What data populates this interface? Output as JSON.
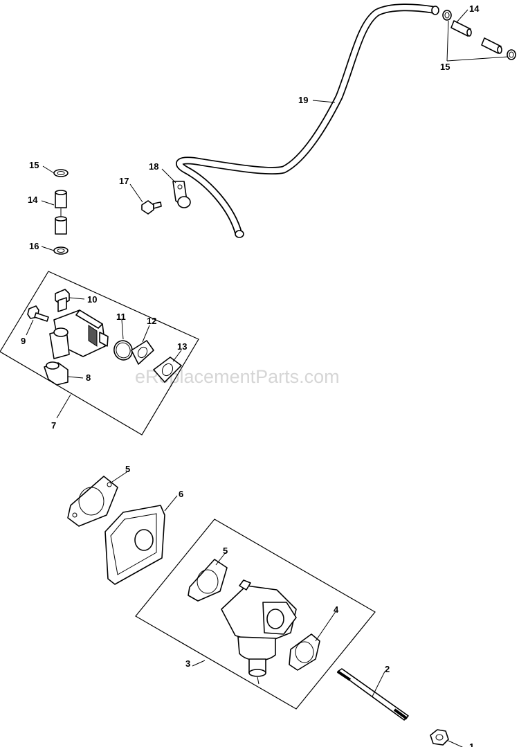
{
  "watermark": "eReplacementParts.com",
  "callouts": {
    "c1": "1",
    "c2": "2",
    "c3": "3",
    "c4": "4",
    "c5a": "5",
    "c5b": "5",
    "c6": "6",
    "c7": "7",
    "c8": "8",
    "c9": "9",
    "c10": "10",
    "c11": "11",
    "c12": "12",
    "c13": "13",
    "c14a": "14",
    "c14b": "14",
    "c15a": "15",
    "c15b": "15",
    "c16": "16",
    "c17": "17",
    "c18": "18",
    "c19": "19"
  }
}
